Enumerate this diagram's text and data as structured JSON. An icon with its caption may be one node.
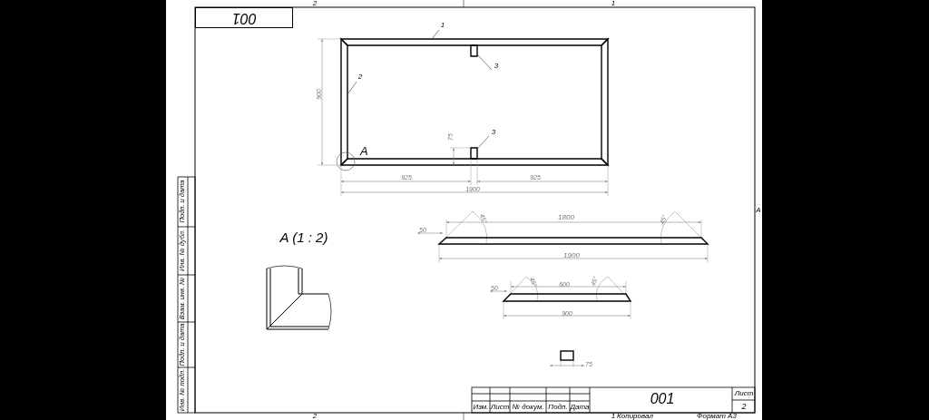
{
  "diagram": {
    "nodes": [
      {
        "text": [
          "001"
        ]
      },
      {
        "text": [
          "1"
        ]
      },
      {
        "text": [],
        "shape": "bar"
      },
      {
        "text": [
          "2"
        ]
      },
      {
        "text": [],
        "shape": "bar"
      },
      {
        "text": [
          "3"
        ]
      },
      {
        "text": [],
        "shape": "box"
      },
      {
        "text": [
          "3"
        ]
      },
      {
        "text": [],
        "shape": "box"
      },
      {
        "text": [],
        "shape": "circle",
        "beside": [
          "A"
        ]
      }
    ],
    "edges": [
      {
        "from": 1,
        "to": 2,
        "arrow": "none"
      },
      {
        "from": 3,
        "to": 4,
        "arrow": "none"
      },
      {
        "from": 5,
        "to": 6,
        "arrow": "none"
      },
      {
        "from": 7,
        "to": 8,
        "arrow": "none"
      }
    ],
    "labels": [
      "2",
      "1",
      "900",
      "75",
      "925",
      "925",
      "1900",
      "A",
      "45°",
      "1800",
      "45°",
      "50",
      "1900",
      "A (1 : 2)",
      "45°",
      "600",
      "45°",
      "50",
      "900",
      "75",
      "Подп. и дата",
      "Инв. № дубл.",
      "Взам. инв. №",
      "Подп. и дата",
      "Инв. № подл.",
      "001",
      "Лист",
      "Изм.",
      "Лист",
      "№ докум.",
      "Подп.",
      "Дата",
      "2",
      "2",
      "1",
      "Копировал",
      "Формат A3"
    ]
  }
}
